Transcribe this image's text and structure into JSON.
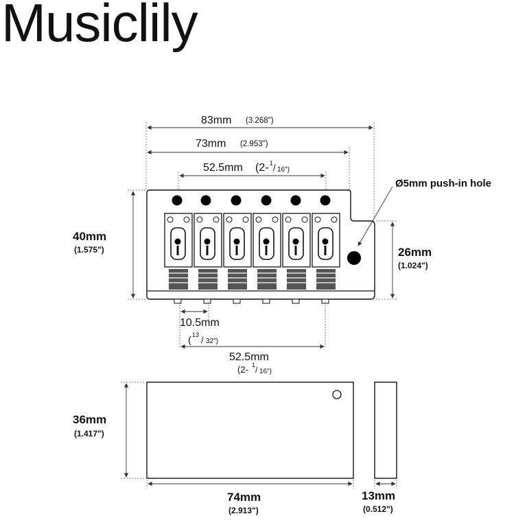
{
  "brand": "Musiclily",
  "dimensions": {
    "total_width": {
      "mm": "83mm",
      "inch": "(3.268\")"
    },
    "plate_width": {
      "mm": "73mm",
      "inch": "(2.953\")"
    },
    "string_spacing_top": {
      "mm": "52.5mm",
      "inch_prefix": "(2-",
      "inch_num": "1",
      "inch_den": "16\")"
    },
    "height": {
      "mm": "40mm",
      "inch": "(1.575\")"
    },
    "hole_offset": {
      "mm": "26mm",
      "inch": "(1.024\")"
    },
    "hole_label": "Ø5mm push-in hole",
    "saddle_width": {
      "mm": "10.5mm",
      "inch_prefix": "(",
      "inch_num": "13",
      "inch_den": "32\")"
    },
    "string_spacing_bottom": {
      "mm": "52.5mm",
      "inch_prefix": "(2-",
      "inch_num": "1",
      "inch_den": "16\")"
    },
    "block_height": {
      "mm": "36mm",
      "inch": "(1.417\")"
    },
    "block_width": {
      "mm": "74mm",
      "inch": "(2.913\")"
    },
    "block_depth": {
      "mm": "13mm",
      "inch": "(0.512\")"
    }
  }
}
